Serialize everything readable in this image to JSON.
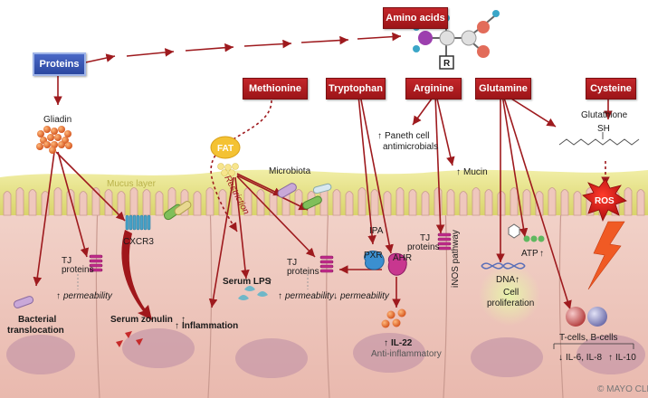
{
  "boxes": {
    "proteins": "Proteins",
    "amino_acids": "Amino acids",
    "methionine": "Methionine",
    "tryptophan": "Tryptophan",
    "arginine": "Arginine",
    "glutamine": "Glutamine",
    "cysteine": "Cysteine"
  },
  "labels": {
    "gliadin": "Gliadin",
    "fat": "FAT",
    "restriction": "Restriction",
    "microbiota": "Microbiota",
    "mucus_layer": "Mucus layer",
    "cxcr3": "CXCR3",
    "tj_proteins": "TJ\nproteins",
    "tj_line1": "TJ",
    "tj_line2": "proteins",
    "permeability": "permeability",
    "bacterial_translocation_1": "Bacterial",
    "bacterial_translocation_2": "translocation",
    "serum_zonulin": "Serum zonulin",
    "inflammation": "Inflammation",
    "serum_lps": "Serum LPS",
    "paneth_1": "Paneth cell",
    "paneth_2": "antimicrobials",
    "mucin": "Mucin",
    "ipa": "IPA",
    "pxr": "PXR",
    "ahr": "AHR",
    "inos": "iNOS pathway",
    "il22": "IL-22",
    "anti_inflammatory": "Anti-inflammatory",
    "atp": "ATP",
    "dna": "DNA",
    "cell_prolif_1": "Cell",
    "cell_prolif_2": "proliferation",
    "glutathione": "Glutathione",
    "sh": "SH",
    "ros": "ROS",
    "tcells": "T-cells, B-cells",
    "il6_il8": "IL-6, IL-8",
    "il10": "IL-10",
    "aa_r": "R",
    "copyright": "© MAYO CLINIC"
  },
  "arrow_symbols": {
    "up": "↑",
    "down": "↓"
  },
  "colors": {
    "box_red": "#b01e22",
    "box_blue": "#3556b4",
    "arrow_red": "#9e1a1e",
    "mucus": "#e9e58a",
    "cell": "#eec6bc",
    "nucleus": "#c89aa8"
  }
}
